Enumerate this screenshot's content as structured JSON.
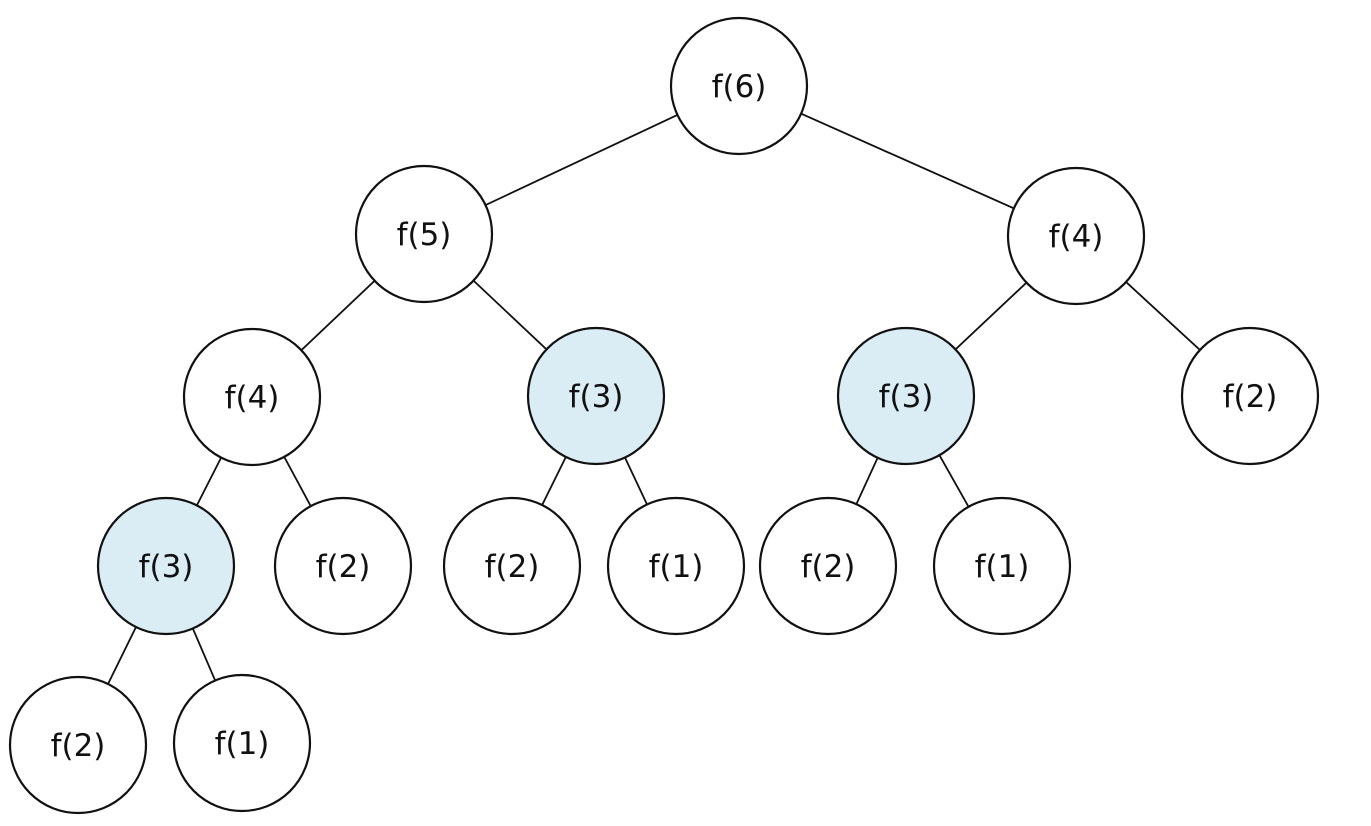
{
  "diagram": {
    "type": "recursion-tree",
    "colors": {
      "default_fill": "#ffffff",
      "repeated_fill": "#daedf4",
      "stroke": "#111111"
    },
    "nodes": [
      {
        "id": "n1",
        "label": "f(6)",
        "highlighted": false
      },
      {
        "id": "n2",
        "label": "f(5)",
        "highlighted": false
      },
      {
        "id": "n3",
        "label": "f(4)",
        "highlighted": false
      },
      {
        "id": "n4",
        "label": "f(4)",
        "highlighted": false
      },
      {
        "id": "n5",
        "label": "f(3)",
        "highlighted": true
      },
      {
        "id": "n6",
        "label": "f(3)",
        "highlighted": true
      },
      {
        "id": "n7",
        "label": "f(2)",
        "highlighted": false
      },
      {
        "id": "n8",
        "label": "f(3)",
        "highlighted": true
      },
      {
        "id": "n9",
        "label": "f(2)",
        "highlighted": false
      },
      {
        "id": "n10",
        "label": "f(2)",
        "highlighted": false
      },
      {
        "id": "n11",
        "label": "f(1)",
        "highlighted": false
      },
      {
        "id": "n12",
        "label": "f(2)",
        "highlighted": false
      },
      {
        "id": "n13",
        "label": "f(1)",
        "highlighted": false
      },
      {
        "id": "n14",
        "label": "f(2)",
        "highlighted": false
      },
      {
        "id": "n15",
        "label": "f(1)",
        "highlighted": false
      }
    ],
    "edges": [
      [
        "n1",
        "n2"
      ],
      [
        "n1",
        "n3"
      ],
      [
        "n2",
        "n4"
      ],
      [
        "n2",
        "n5"
      ],
      [
        "n3",
        "n6"
      ],
      [
        "n3",
        "n7"
      ],
      [
        "n4",
        "n8"
      ],
      [
        "n4",
        "n9"
      ],
      [
        "n5",
        "n10"
      ],
      [
        "n5",
        "n11"
      ],
      [
        "n6",
        "n12"
      ],
      [
        "n6",
        "n13"
      ],
      [
        "n8",
        "n14"
      ],
      [
        "n8",
        "n15"
      ]
    ]
  }
}
